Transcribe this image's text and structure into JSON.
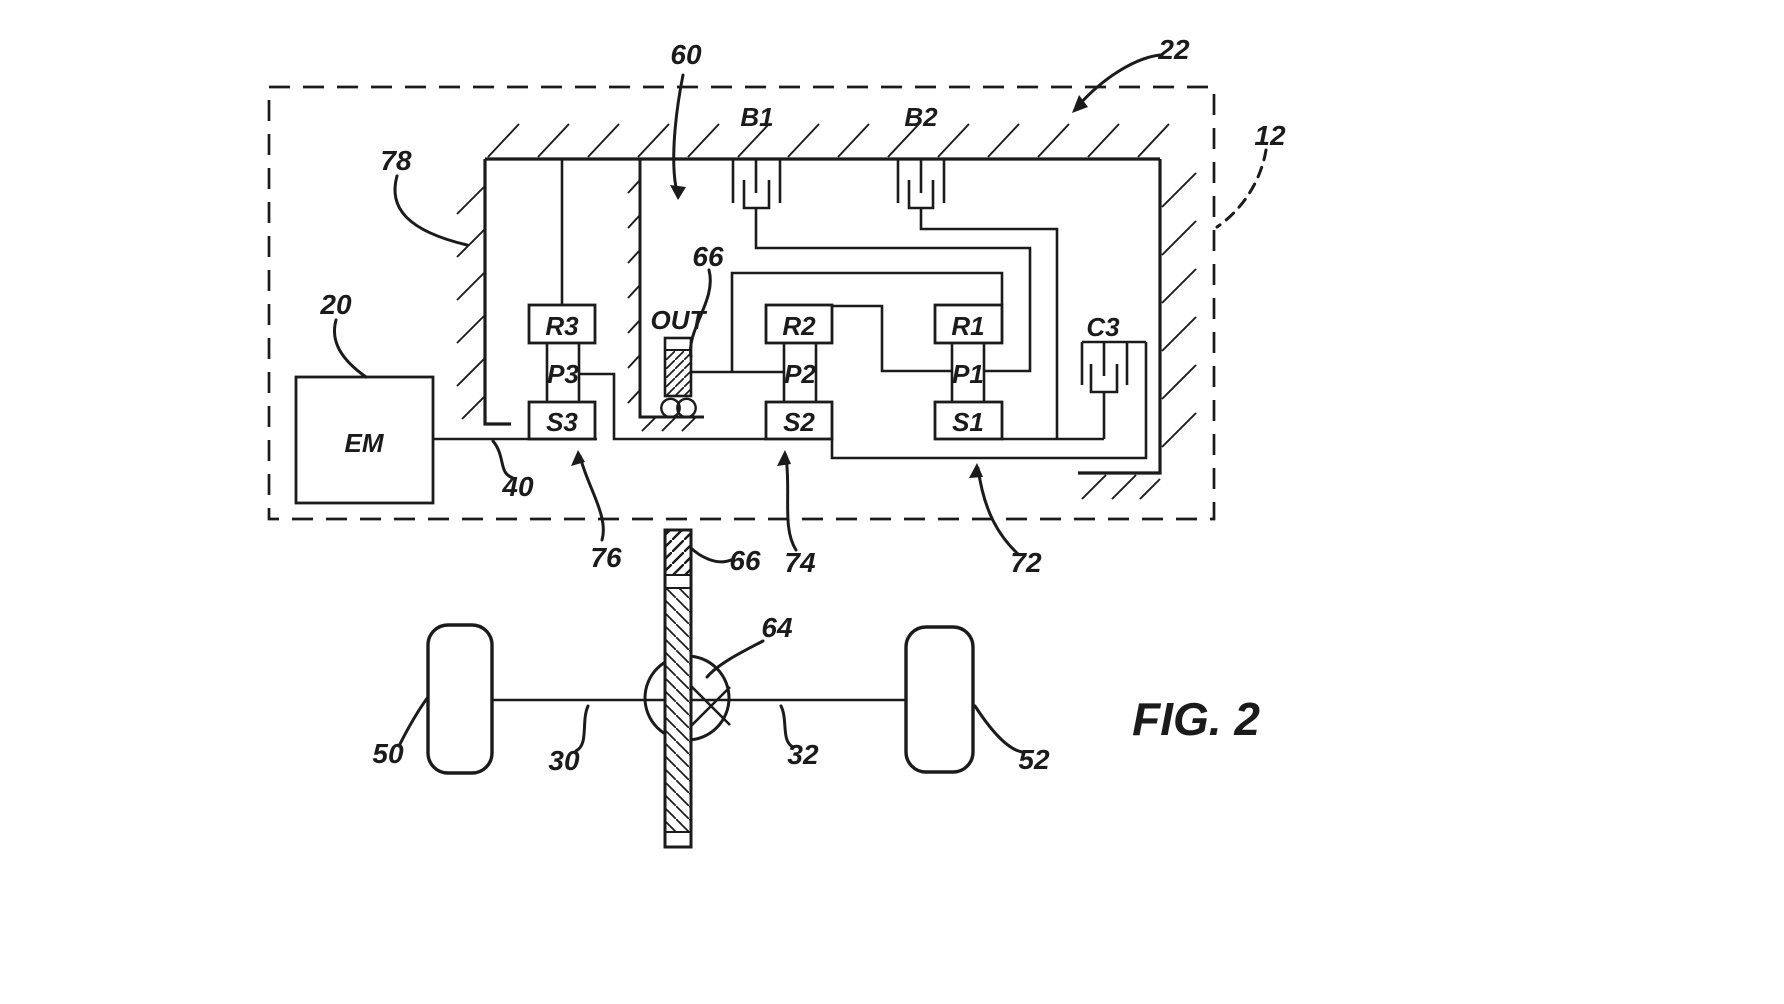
{
  "figure": {
    "caption": "FIG. 2"
  },
  "colors": {
    "ink": "#1b1b1b",
    "background": "#ffffff"
  },
  "components": {
    "motor": "EM",
    "output_hub": "OUT",
    "brake1": "B1",
    "brake2": "B2",
    "clutch": "C3",
    "ring1": "R1",
    "carrier1": "P1",
    "sun1": "S1",
    "ring2": "R2",
    "carrier2": "P2",
    "sun2": "S2",
    "ring3": "R3",
    "carrier3": "P3",
    "sun3": "S3"
  },
  "reference_numerals": {
    "axis_line": "12",
    "electric_motor": "20",
    "transmission": "22",
    "left_axle": "30",
    "right_axle": "32",
    "motor_shaft": "40",
    "left_wheel": "50",
    "right_wheel": "52",
    "gearbox": "60",
    "differential": "64",
    "output_gear": "66",
    "output_gear_lower": "66",
    "sun1_shaft": "72",
    "carrier3_shaft": "74",
    "sun3_shaft": "76",
    "housing_wall": "78"
  }
}
